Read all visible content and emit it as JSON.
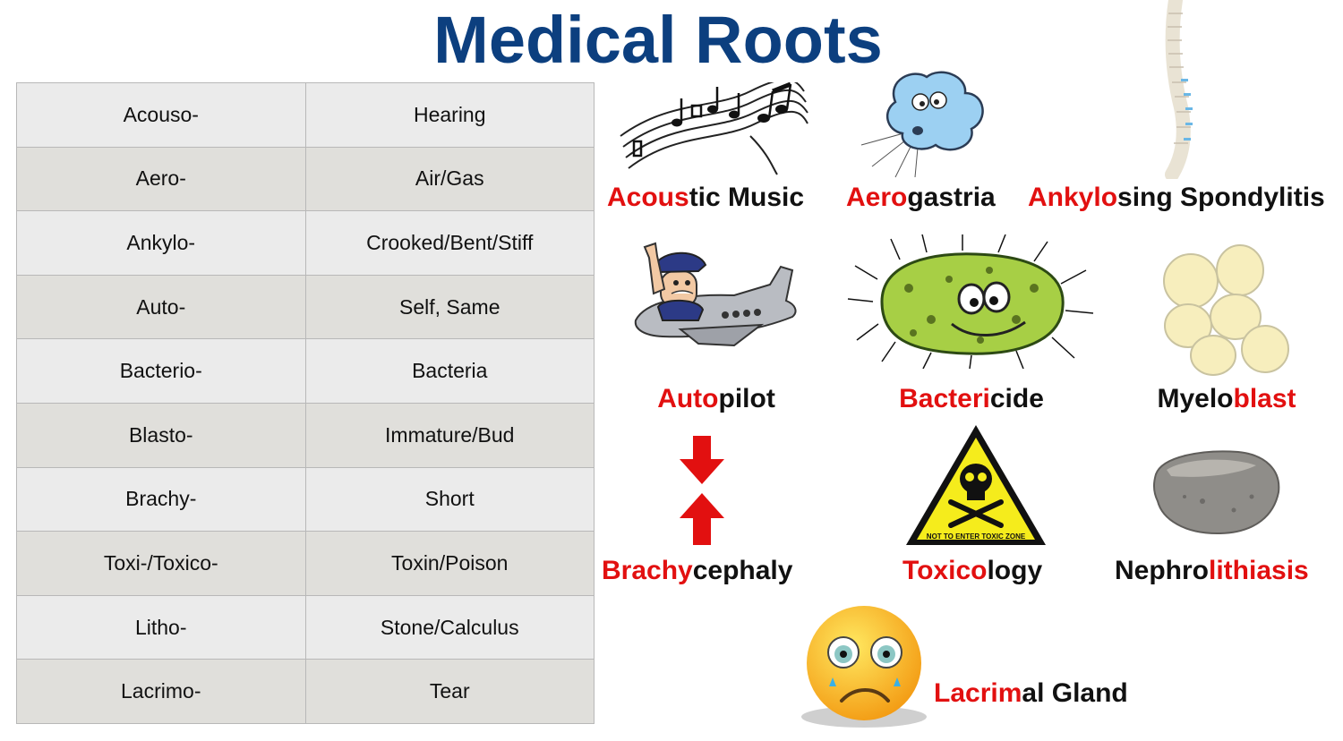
{
  "title": "Medical Roots",
  "table": [
    {
      "root": "Acouso-",
      "meaning": "Hearing"
    },
    {
      "root": "Aero-",
      "meaning": "Air/Gas"
    },
    {
      "root": "Ankylo-",
      "meaning": "Crooked/Bent/Stiff"
    },
    {
      "root": "Auto-",
      "meaning": "Self, Same"
    },
    {
      "root": "Bacterio-",
      "meaning": "Bacteria"
    },
    {
      "root": "Blasto-",
      "meaning": "Immature/Bud"
    },
    {
      "root": "Brachy-",
      "meaning": "Short"
    },
    {
      "root": "Toxi-/Toxico-",
      "meaning": "Toxin/Poison"
    },
    {
      "root": "Litho-",
      "meaning": "Stone/Calculus"
    },
    {
      "root": "Lacrimo-",
      "meaning": "Tear"
    }
  ],
  "examples": {
    "acoustic": {
      "root": "Acous",
      "rest": "tic Music",
      "icon": "music-notes-icon"
    },
    "aerogastria": {
      "root": "Aero",
      "rest": "gastria",
      "icon": "blowing-cloud-icon"
    },
    "ankylosing": {
      "root": "Ankylo",
      "rest": "sing Spondylitis",
      "icon": "spine-icon"
    },
    "autopilot": {
      "root": "Auto",
      "rest": "pilot",
      "icon": "pilot-airplane-icon"
    },
    "bactericide": {
      "root": "Bacteri",
      "rest": "cide",
      "icon": "bacterium-icon"
    },
    "myeloblast": {
      "pre": "Myelo",
      "root": "blast",
      "icon": "cells-icon"
    },
    "brachycephaly": {
      "root": "Brachy",
      "rest": "cephaly",
      "icon": "compress-arrows-icon"
    },
    "toxicology": {
      "root": "Toxico",
      "rest": "logy",
      "icon": "toxic-warning-icon",
      "sign_text": "NOT TO ENTER TOXIC ZONE"
    },
    "nephrolithiasis": {
      "pre": "Nephro",
      "root": "lithiasis",
      "icon": "stone-icon"
    },
    "lacrimal": {
      "root": "Lacrim",
      "rest": "al Gland",
      "icon": "crying-face-icon"
    }
  },
  "colors": {
    "title": "#0c3f7f",
    "highlight": "#e21010",
    "text": "#111111"
  }
}
